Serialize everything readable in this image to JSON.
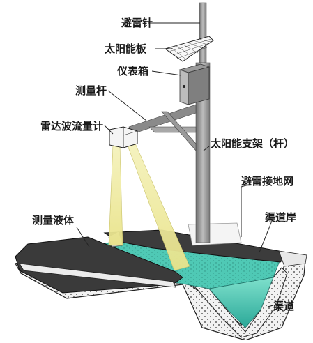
{
  "diagram": {
    "labels": {
      "lightning_rod": "避雷针",
      "solar_panel": "太阳能板",
      "instrument_box": "仪表箱",
      "measuring_arm": "测量杆",
      "radar_flowmeter": "雷达波流量计",
      "solar_bracket": "太阳能支架（杆）",
      "lightning_ground": "避雷接地网",
      "channel_bank": "渠道岸",
      "measured_liquid": "测量液体",
      "channel": "渠道"
    }
  }
}
